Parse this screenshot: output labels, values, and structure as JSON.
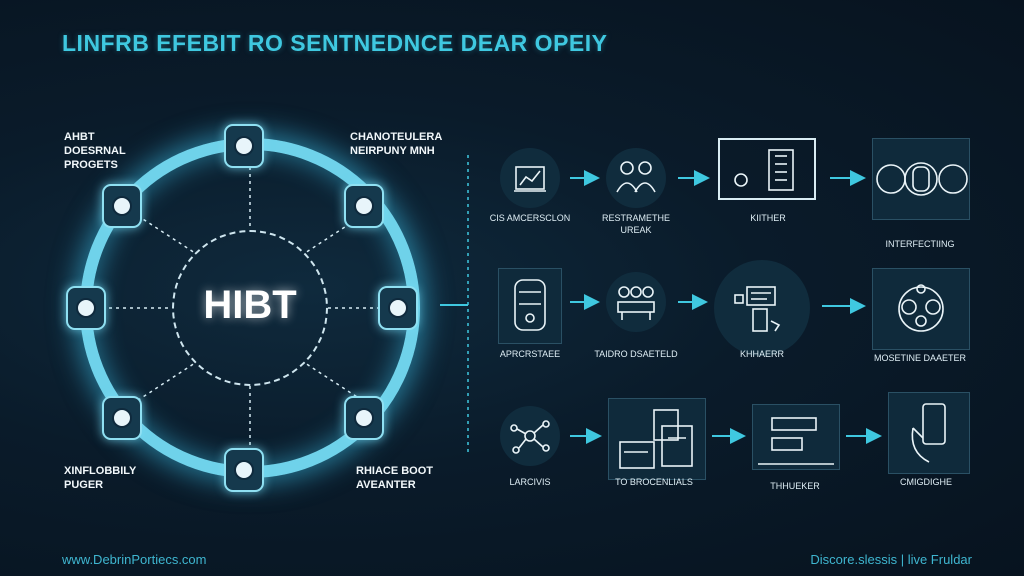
{
  "title": "LINFRB EFEBIT RO SENTNEDNCE DEAR OPEIY",
  "hub": {
    "label": "HIBT"
  },
  "corner_labels": {
    "top_left": "AHBT\nDOESRNAL\nPROGETS",
    "top_right": "CHANOTEULERA\nNEIRPUNY MNH",
    "bottom_left": "XINFLOBBILY\nPUGER",
    "bottom_right": "RHIACE BOOT\nAVEANTER"
  },
  "flow_rows": [
    {
      "items": [
        {
          "label": "CIS AMCERSCLON",
          "icon": "chart-box-icon"
        },
        {
          "label": "RESTRAMETHE\nUREAK",
          "icon": "people-icon"
        },
        {
          "label": "KIITHER",
          "icon": "building-icon"
        },
        {
          "label": "INTERFECTIING",
          "icon": "rings-icon"
        }
      ]
    },
    {
      "items": [
        {
          "label": "APRCRSTAEE",
          "icon": "server-icon"
        },
        {
          "label": "TAIDRO DSAETELD",
          "icon": "team-icon"
        },
        {
          "label": "KHHAERR",
          "icon": "desk-icon"
        },
        {
          "label": "MOSETINE DAAETER",
          "icon": "gears-icon"
        }
      ]
    },
    {
      "items": [
        {
          "label": "LARCIVIS",
          "icon": "network-icon"
        },
        {
          "label": "TO BROCENLIALS",
          "icon": "files-icon"
        },
        {
          "label": "THHUEKER",
          "icon": "tags-icon"
        },
        {
          "label": "CMIGDIGHE",
          "icon": "phone-icon"
        }
      ]
    }
  ],
  "footer": {
    "left": "www.DebrinPortiecs.com",
    "right": "Discore.slessis | live Fruldar"
  },
  "colors": {
    "accent": "#3fc8e0",
    "ring": "#6fd2ea",
    "background": "#0a1b2a"
  }
}
